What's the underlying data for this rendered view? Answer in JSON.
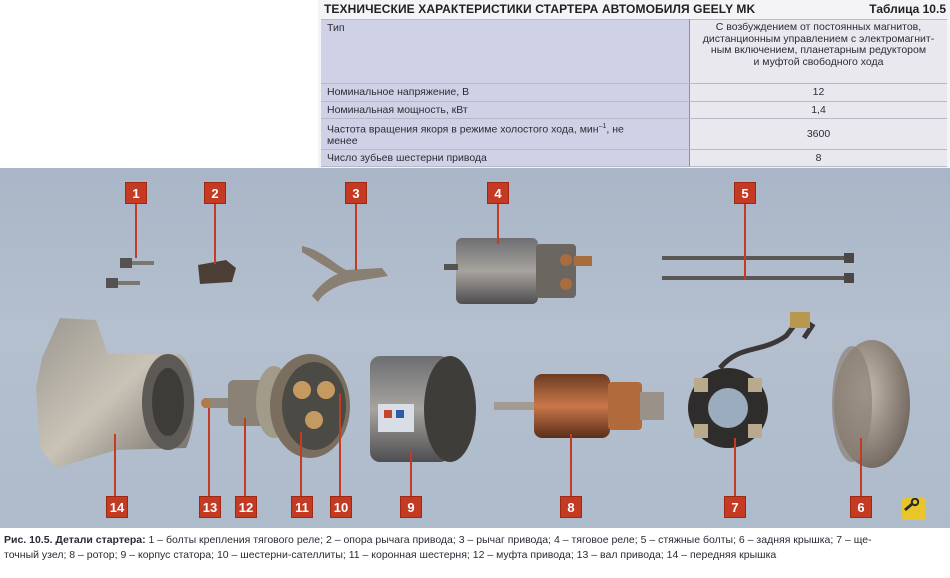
{
  "table": {
    "title": "ТЕХНИЧЕСКИЕ ХАРАКТЕРИСТИКИ СТАРТЕРА АВТОМОБИЛЯ GEELY MK",
    "number": "Таблица 10.5",
    "rows": [
      {
        "key": "Тип",
        "value_lines": [
          "С возбуждением от постоянных магнитов,",
          "дистанционным управлением с электромагнит-",
          "ным включением, планетарным редуктором",
          "и муфтой свободного хода"
        ]
      },
      {
        "key": "Номинальное напряжение, В",
        "value": "12"
      },
      {
        "key": "Номинальная мощность, кВт",
        "value": "1,4"
      },
      {
        "key_pre": "Частота вращения якоря в  режиме холостого хода, мин",
        "key_sup": "–1",
        "key_post": ", не",
        "key_line2": "менее",
        "value": "3600"
      },
      {
        "key": "Число зубьев шестерни привода",
        "value": "8"
      }
    ]
  },
  "figure": {
    "labels": [
      "1",
      "2",
      "3",
      "4",
      "5",
      "6",
      "7",
      "8",
      "9",
      "10",
      "11",
      "12",
      "13",
      "14"
    ]
  },
  "caption": {
    "lead": "Рис. 10.5. Детали стартера:",
    "line1": " 1 – болты крепления тягового реле; 2 – опора рычага привода; 3 – рычаг привода; 4 – тяговое реле; 5 – стяжные болты; 6 – задняя крышка; 7 – ще-",
    "line2": "точный узел; 8 – ротор; 9 – корпус статора; 10 – шестерни-сателлиты; 11 – коронная шестерня; 12 – муфта привода; 13 – вал привода; 14 – передняя крышка"
  },
  "colors": {
    "label_red": "#c53a22",
    "table_key_bg": "#cfd1e6",
    "photo_bg": "#aebbcb"
  }
}
